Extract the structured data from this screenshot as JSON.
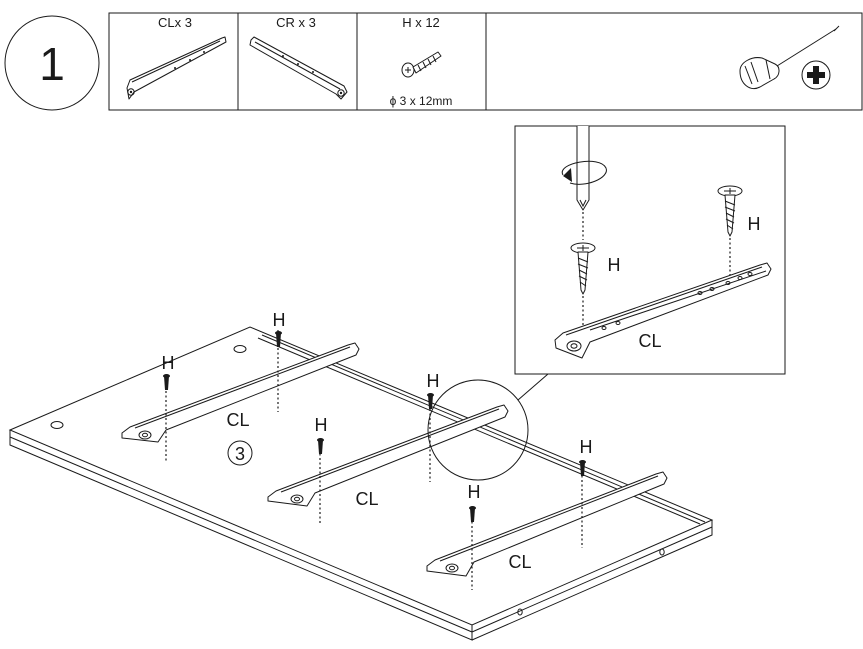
{
  "step": {
    "number": "1",
    "sub_step": "3"
  },
  "parts_header": {
    "items": [
      {
        "label": "CLx 3",
        "icon": "cl-rail-icon"
      },
      {
        "label": "CR x 3",
        "icon": "cr-rail-icon"
      },
      {
        "label": "H x 12",
        "icon": "screw-icon",
        "dimension": "ϕ 3 x 12mm"
      }
    ],
    "tool_icon": "phillips-screwdriver-icon"
  },
  "assembly": {
    "rails": [
      {
        "label": "CL",
        "screw_label_left": "H",
        "screw_label_right": "H"
      },
      {
        "label": "CL",
        "screw_label_left": "H",
        "screw_label_right": "H"
      },
      {
        "label": "CL",
        "screw_label_left": "H",
        "screw_label_right": "H"
      }
    ]
  },
  "detail": {
    "rail_label": "CL",
    "screw_label_left": "H",
    "screw_label_right": "H"
  }
}
